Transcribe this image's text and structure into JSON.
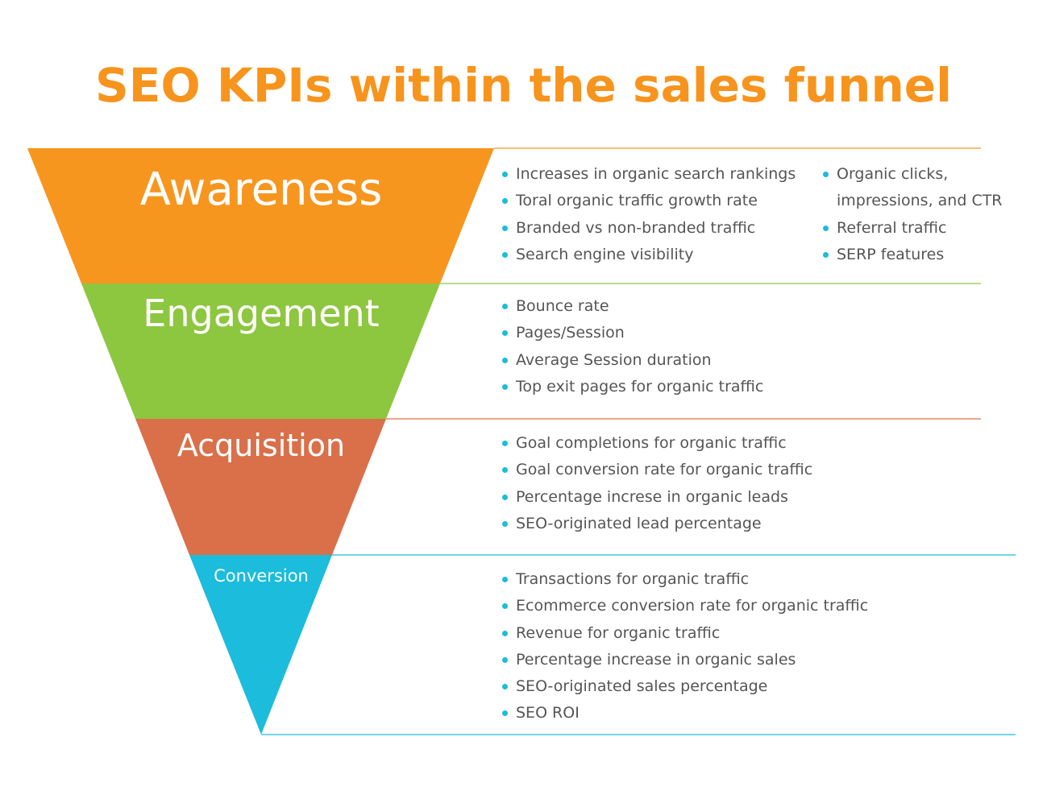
{
  "title": "SEO KPIs within the sales funnel",
  "colors": {
    "title": "#f7941d",
    "awareness": "#f7961f",
    "engagement": "#8dc63f",
    "acquisition": "#d9704a",
    "conversion": "#1bbcdc",
    "bullet": "#1bbcdc",
    "text": "#555555"
  },
  "stages": [
    {
      "label": "Awareness",
      "kpis_col1": [
        "Increases in organic search rankings",
        "Toral organic traffic growth rate",
        "Branded vs non-branded traffic",
        "Search engine visibility"
      ],
      "kpis_col2": [
        "Organic clicks,",
        "impressions, and CTR",
        "Referral traffic",
        "SERP features"
      ]
    },
    {
      "label": "Engagement",
      "kpis_col1": [
        "Bounce rate",
        "Pages/Session",
        "Average Session duration",
        "Top exit pages for organic traffic"
      ]
    },
    {
      "label": "Acquisition",
      "kpis_col1": [
        "Goal completions for organic traffic",
        "Goal conversion rate for organic traffic",
        "Percentage increse in organic leads",
        "SEO-originated lead percentage"
      ]
    },
    {
      "label": "Conversion",
      "kpis_col1": [
        "Transactions for organic traffic",
        "Ecommerce conversion rate for organic traffic",
        "Revenue for organic traffic",
        "Percentage increase in organic sales",
        "SEO-originated sales percentage",
        "SEO ROI"
      ]
    }
  ]
}
